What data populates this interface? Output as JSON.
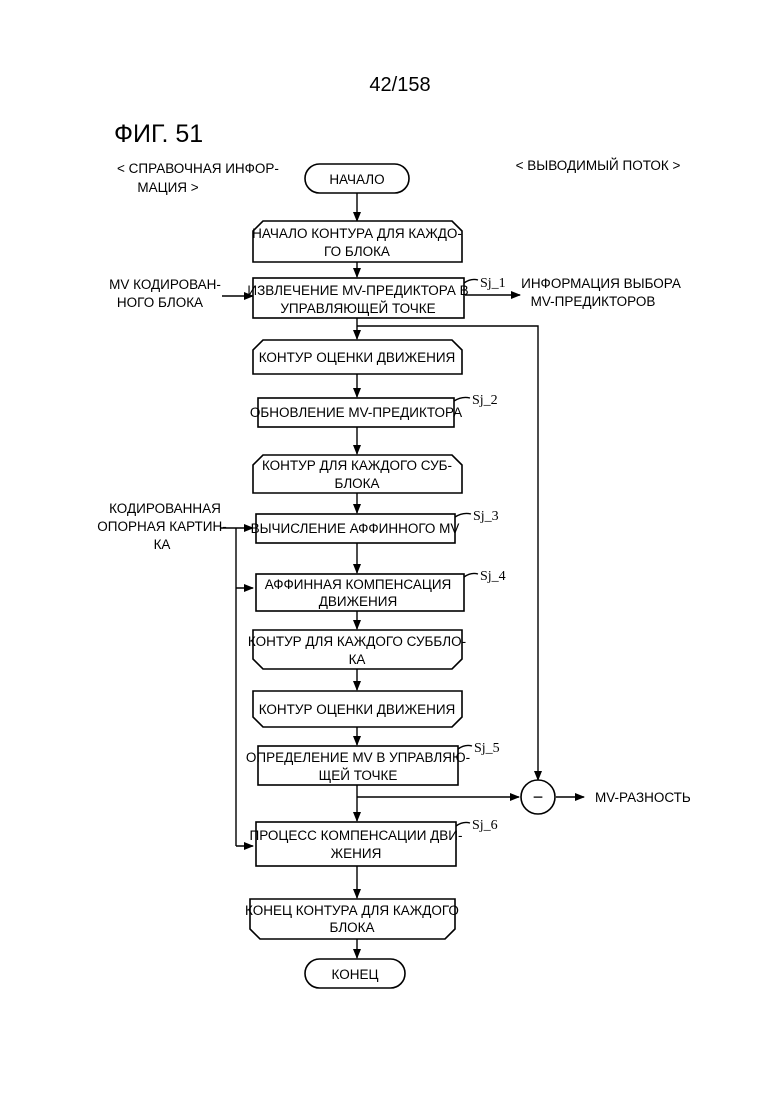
{
  "page_number": "42/158",
  "figure_title": "ФИГ. 51",
  "headers": {
    "reference_line1": "< СПРАВОЧНАЯ ИНФОР-",
    "reference_line2": "МАЦИЯ >",
    "output_stream": "< ВЫВОДИМЫЙ ПОТОК >"
  },
  "inputs": {
    "coded_mv_line1": "MV КОДИРОВАН-",
    "coded_mv_line2": "НОГО БЛОКА",
    "ref_pic_line1": "КОДИРОВАННАЯ",
    "ref_pic_line2": "ОПОРНАЯ КАРТИН-",
    "ref_pic_line3": "КА"
  },
  "outputs": {
    "predictor_info_line1": "ИНФОРМАЦИЯ ВЫБОРА",
    "predictor_info_line2": "MV-ПРЕДИКТОРОВ",
    "mv_difference": "MV-РАЗНОСТЬ",
    "minus_sign": "−"
  },
  "nodes": {
    "start": "НАЧАЛО",
    "loop_block_start_line1": "НАЧАЛО КОНТУРА ДЛЯ КАЖДО-",
    "loop_block_start_line2": "ГО БЛОКА",
    "sj1_line1": "ИЗВЛЕЧЕНИЕ MV-ПРЕДИКТОРА В",
    "sj1_line2": "УПРАВЛЯЮЩЕЙ ТОЧКЕ",
    "motion_loop_1": "КОНТУР ОЦЕНКИ ДВИЖЕНИЯ",
    "sj2": "ОБНОВЛЕНИЕ MV-ПРЕДИКТОРА",
    "subblock_loop_start_line1": "КОНТУР ДЛЯ КАЖДОГО СУБ-",
    "subblock_loop_start_line2": "БЛОКА",
    "sj3": "ВЫЧИСЛЕНИЕ АФФИННОГО MV",
    "sj4_line1": "АФФИННАЯ КОМПЕНСАЦИЯ",
    "sj4_line2": "ДВИЖЕНИЯ",
    "subblock_loop_end_line1": "КОНТУР ДЛЯ КАЖДОГО СУББЛО-",
    "subblock_loop_end_line2": "КА",
    "motion_loop_2": "КОНТУР ОЦЕНКИ ДВИЖЕНИЯ",
    "sj5_line1": "ОПРЕДЕЛЕНИЕ MV В УПРАВЛЯЮ-",
    "sj5_line2": "ЩЕЙ ТОЧКЕ",
    "sj6_line1": "ПРОЦЕСС КОМПЕНСАЦИИ ДВИ-",
    "sj6_line2": "ЖЕНИЯ",
    "loop_block_end_line1": "КОНЕЦ КОНТУРА ДЛЯ КАЖДОГО",
    "loop_block_end_line2": "БЛОКА",
    "end": "КОНЕЦ"
  },
  "step_labels": {
    "sj1": "Sj_1",
    "sj2": "Sj_2",
    "sj3": "Sj_3",
    "sj4": "Sj_4",
    "sj5": "Sj_5",
    "sj6": "Sj_6"
  }
}
